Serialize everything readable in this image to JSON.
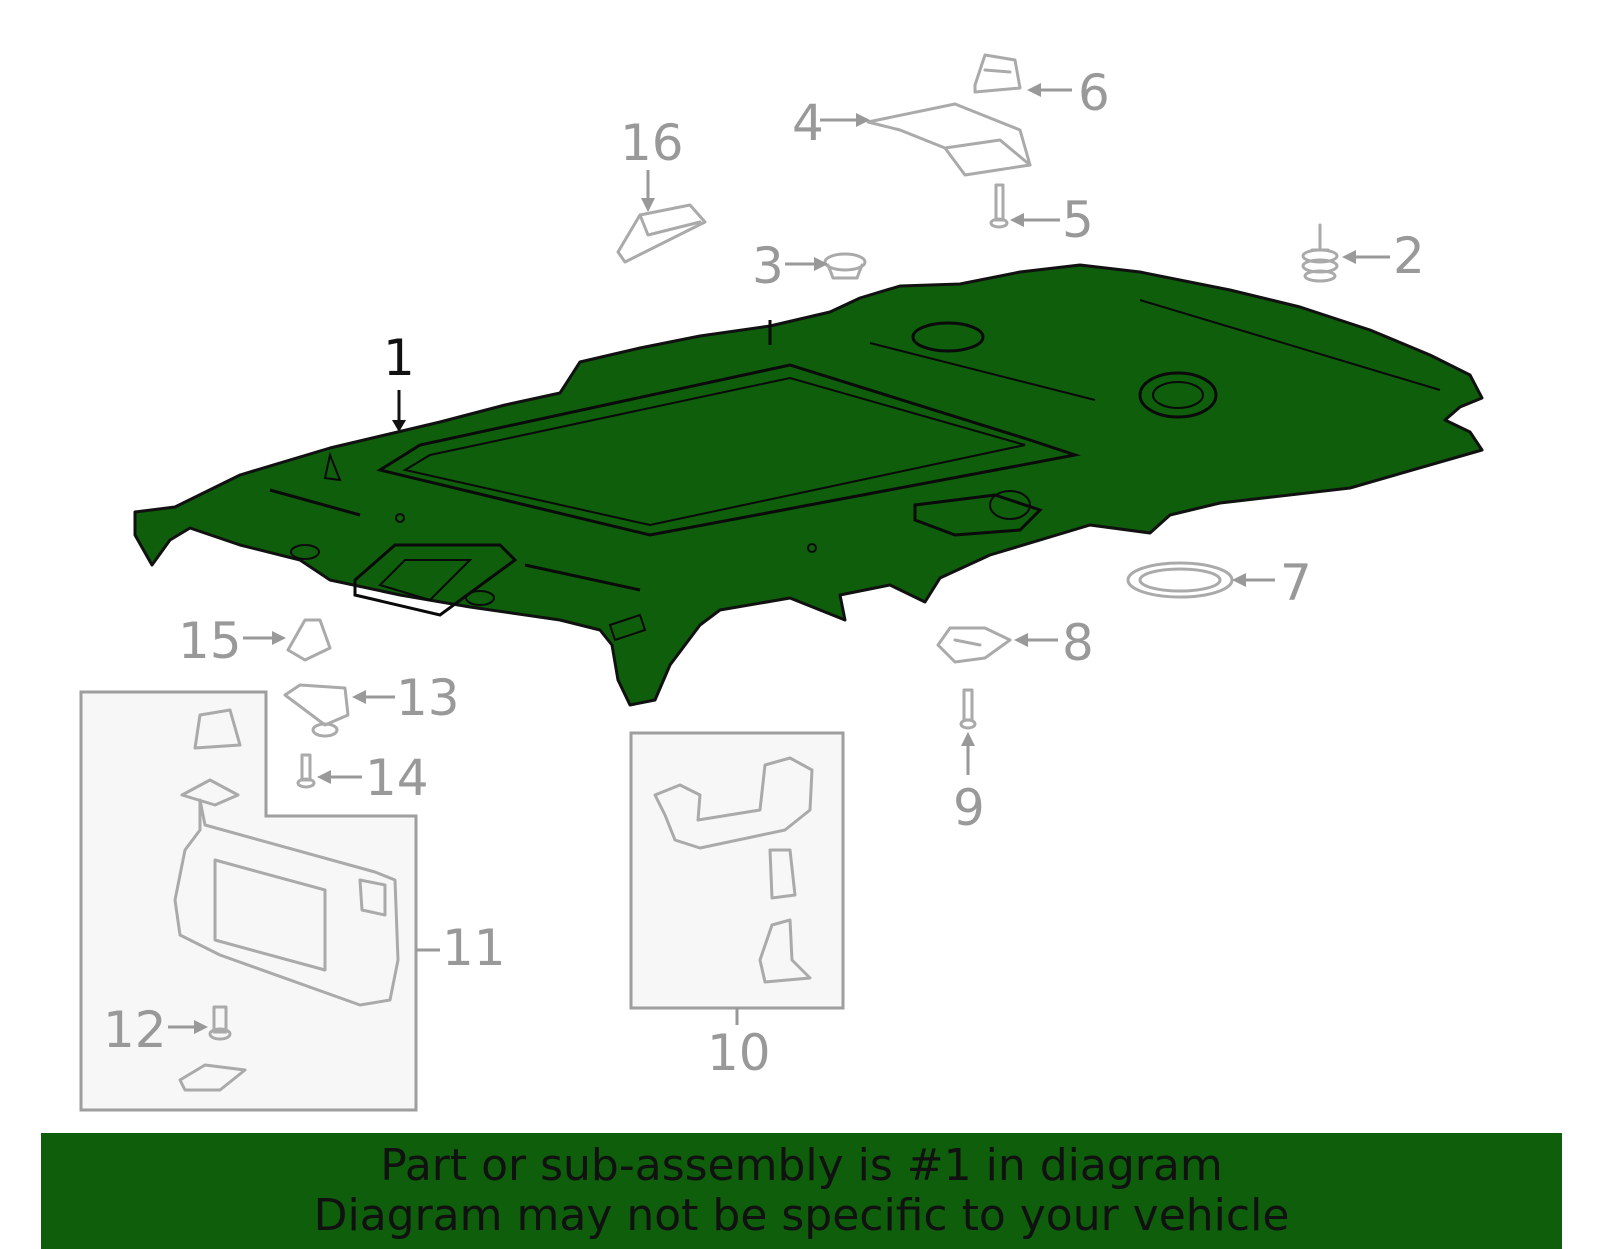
{
  "diagram": {
    "highlight_color": "#0e5e0b",
    "callouts": {
      "c1": "1",
      "c2": "2",
      "c3": "3",
      "c4": "4",
      "c5": "5",
      "c6": "6",
      "c7": "7",
      "c8": "8",
      "c9": "9",
      "c10": "10",
      "c11": "11",
      "c12": "12",
      "c13": "13",
      "c14": "14",
      "c15": "15",
      "c16": "16"
    }
  },
  "banner": {
    "line1": "Part or sub-assembly is #1 in diagram",
    "line2": "Diagram may not be specific to your vehicle"
  }
}
